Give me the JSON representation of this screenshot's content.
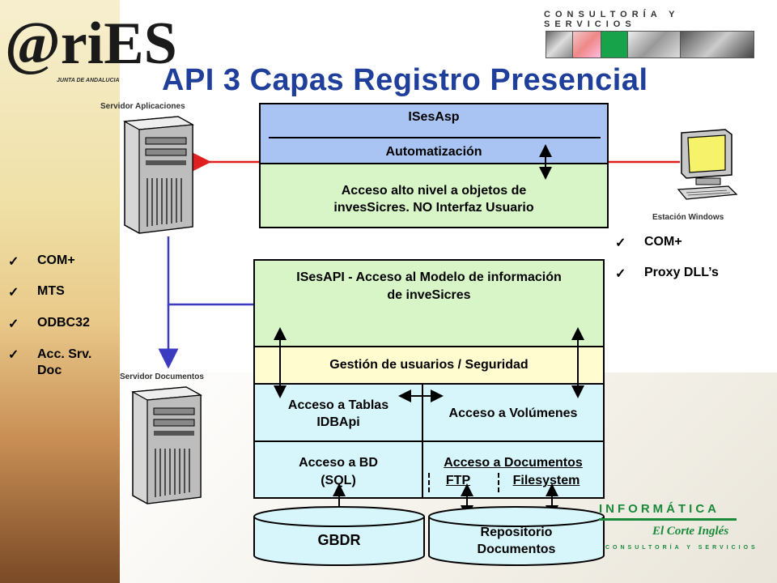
{
  "header": {
    "logo_text": "@riES",
    "logo_subtext": "JUNTA DE ANDALUCIA",
    "brand_tagline": "CONSULTORÍA Y SERVICIOS",
    "title": "API 3 Capas Registro Presencial"
  },
  "labels": {
    "server_apps": "Servidor Aplicaciones",
    "server_docs": "Servidor Documentos",
    "station": "Estación Windows"
  },
  "left_list": [
    "COM+",
    "MTS",
    "ODBC32",
    "Acc. Srv. Doc"
  ],
  "right_list": [
    "COM+",
    "Proxy DLL’s"
  ],
  "top_block": {
    "isesasp": "ISesAsp",
    "automatizacion": "Automatización",
    "acceso_line1": "Acceso alto nivel a objetos de",
    "acceso_line2": "invesSicres.  NO Interfaz  Usuario"
  },
  "api_block": {
    "isesapi_line1": "ISesAPI - Acceso al Modelo de información",
    "isesapi_line2": "de inveSicres",
    "gestion": "Gestión de usuarios / Seguridad",
    "tablas_line1": "Acceso a Tablas",
    "tablas_line2": "IDBApi",
    "volumenes": "Acceso a Volúmenes",
    "bd_line1": "Acceso a BD",
    "bd_line2": "(SQL)",
    "docs": "Acceso a Documentos",
    "ftp": "FTP",
    "filesystem": "Filesystem"
  },
  "storage": {
    "gbdr": "GBDR",
    "repo_line1": "Repositorio",
    "repo_line2": "Documentos"
  },
  "footer_brand": {
    "informatica": "INFORMÁTICA",
    "elcorte": "El Corte Inglés",
    "consultoria": "CONSULTORÍA Y SERVICIOS"
  },
  "colors": {
    "title_blue": "#1f3f9b",
    "top_blue_box": "#a9c4f2",
    "green_box": "#d8f5c8",
    "yellow_box": "#fffcd0",
    "cyan_box": "#d7f6fb",
    "arrow_red": "#e02020",
    "connector_blue": "#3b3bc0",
    "brand_green": "#1a8a3a"
  }
}
